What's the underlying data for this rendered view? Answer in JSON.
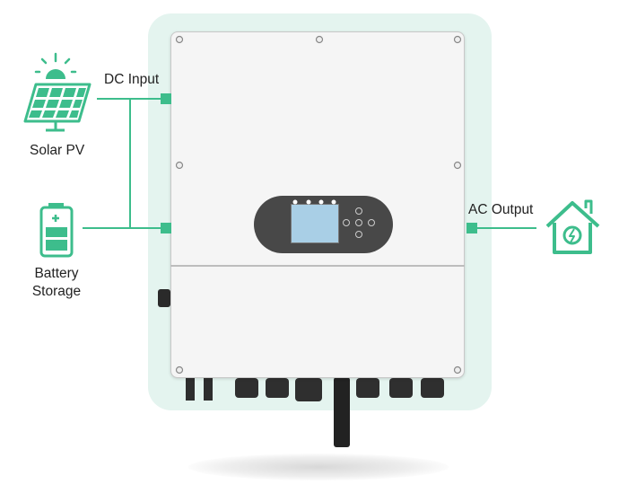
{
  "colors": {
    "accent": "#3dbd8c",
    "panel_bg": "#e4f4ef",
    "inverter": "#f4f4f4",
    "display": "#4a4a4a",
    "screen": "#a9cfe6"
  },
  "labels": {
    "dc_input": "DC Input",
    "solar_pv": "Solar PV",
    "battery_line1": "Battery",
    "battery_line2": "Storage",
    "ac_output": "AC Output"
  },
  "icons": [
    "sun-icon",
    "solar-panel-icon",
    "battery-icon",
    "house-lightning-icon"
  ]
}
